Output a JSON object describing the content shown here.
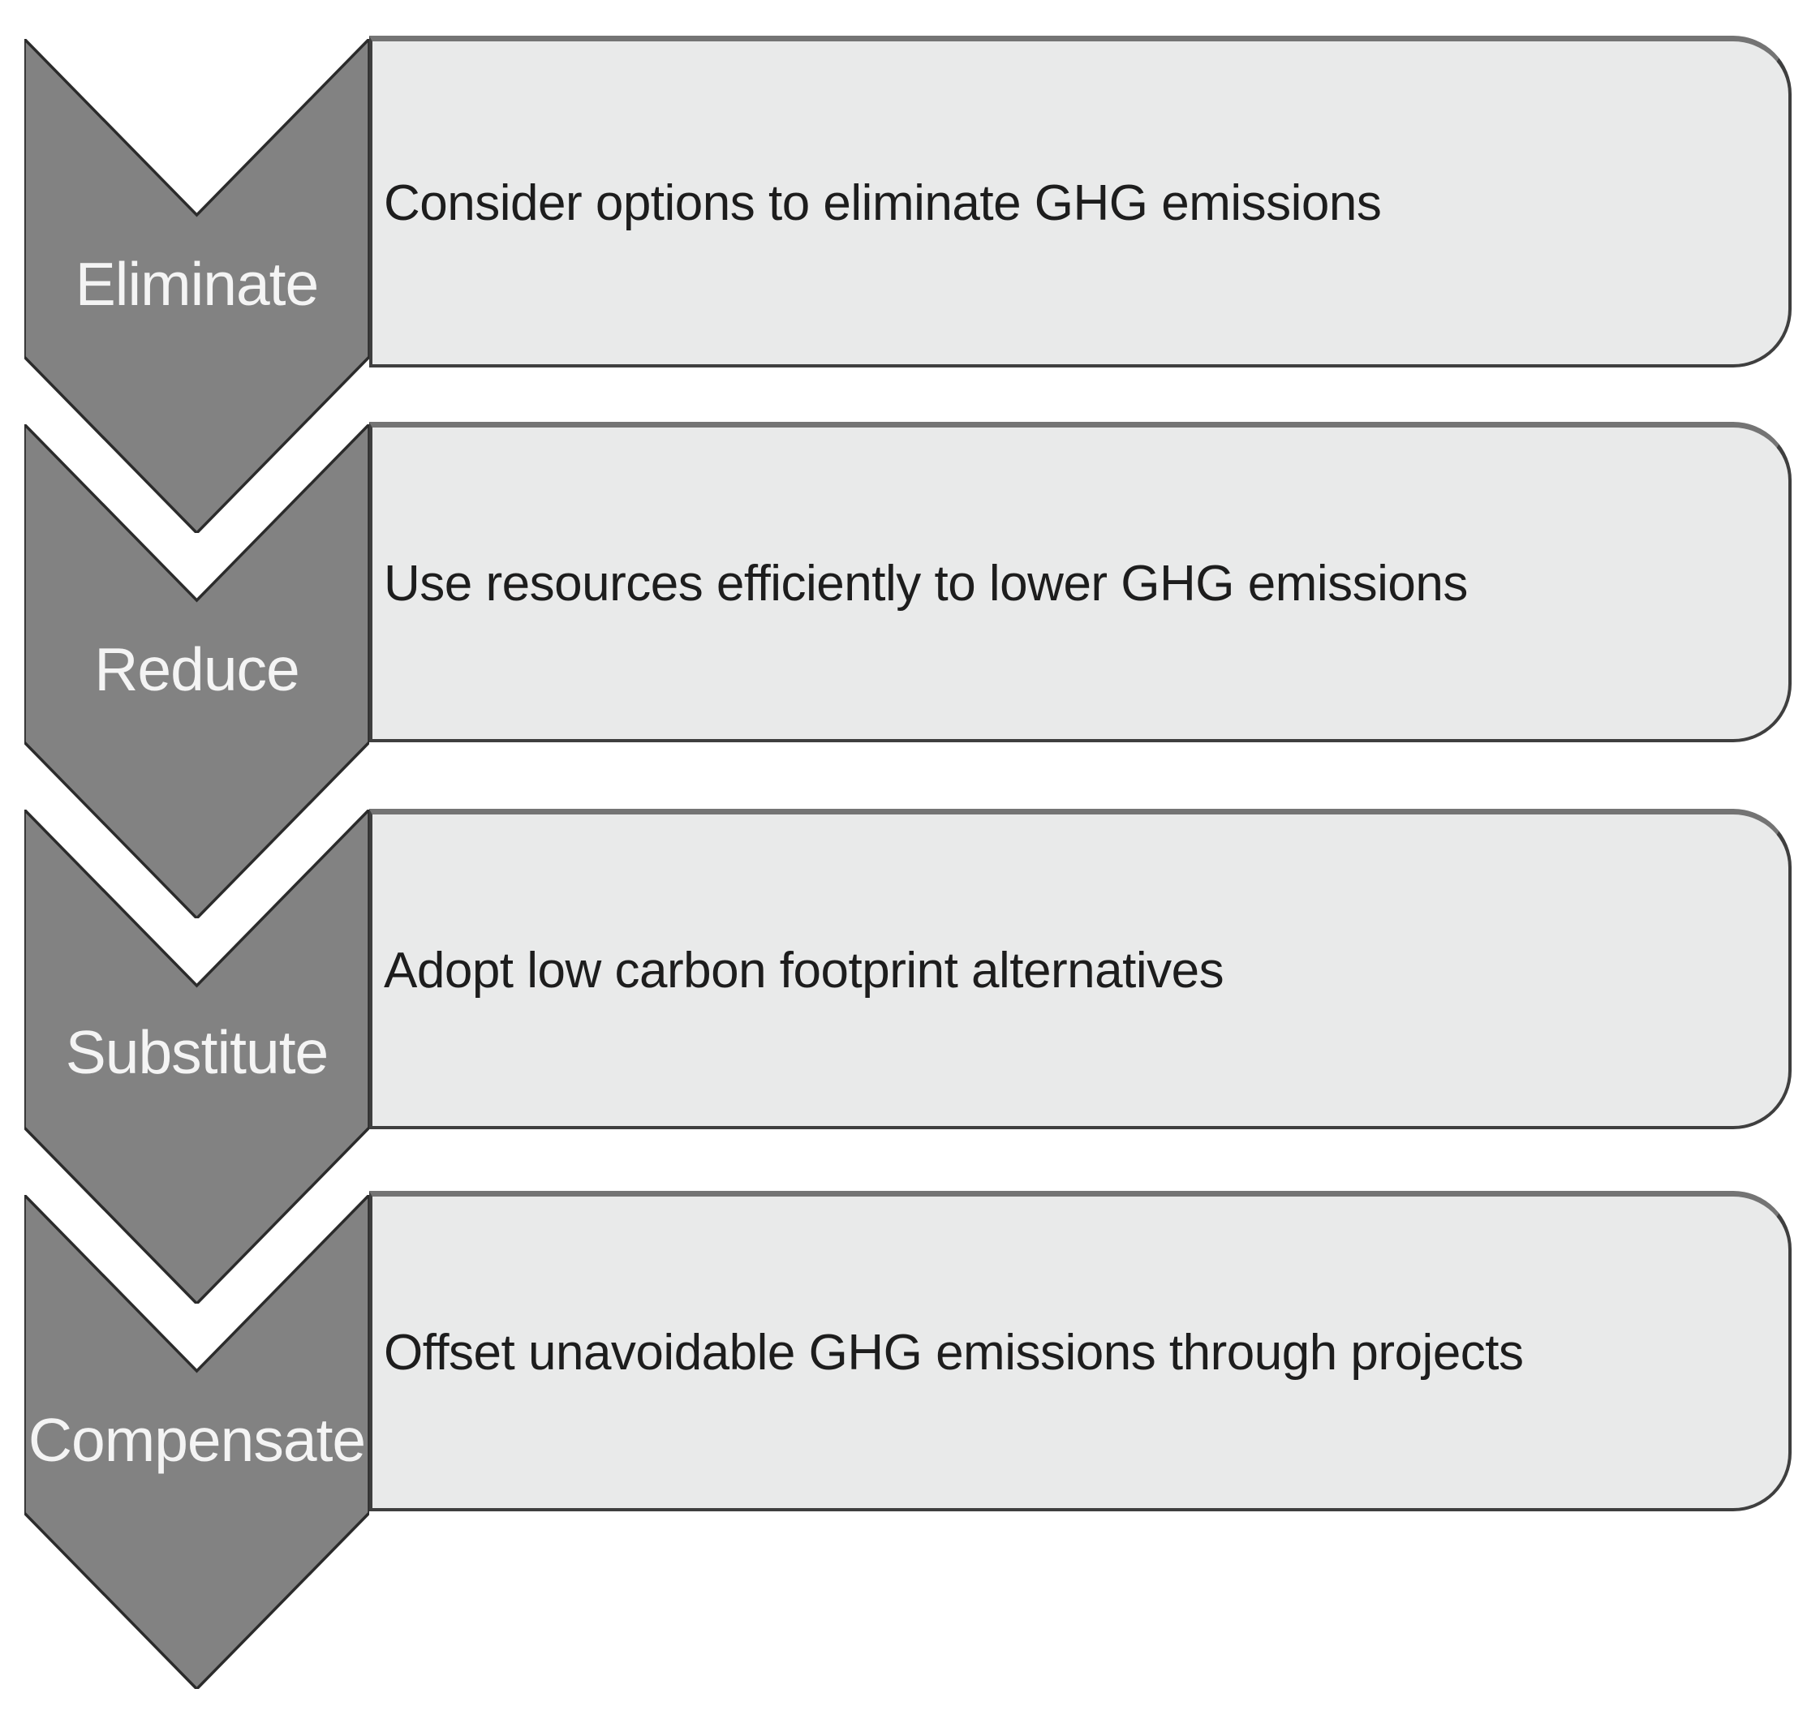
{
  "steps": [
    {
      "label": "Eliminate",
      "description": "Consider options to eliminate GHG emissions"
    },
    {
      "label": "Reduce",
      "description": "Use resources efficiently to lower GHG emissions"
    },
    {
      "label": "Substitute",
      "description": "Adopt low carbon footprint alternatives"
    },
    {
      "label": "Compensate",
      "description": "Offset unavoidable GHG emissions through projects"
    }
  ],
  "colors": {
    "chevron_fill": "#828282",
    "chevron_border": "#2b2b2b",
    "box_fill": "#e9eaea",
    "box_border": "#3f3f3f",
    "box_border_top": "#747474",
    "chevron_text": "#f4f4f4",
    "box_text": "#1d1d1d",
    "background": "#ffffff"
  }
}
